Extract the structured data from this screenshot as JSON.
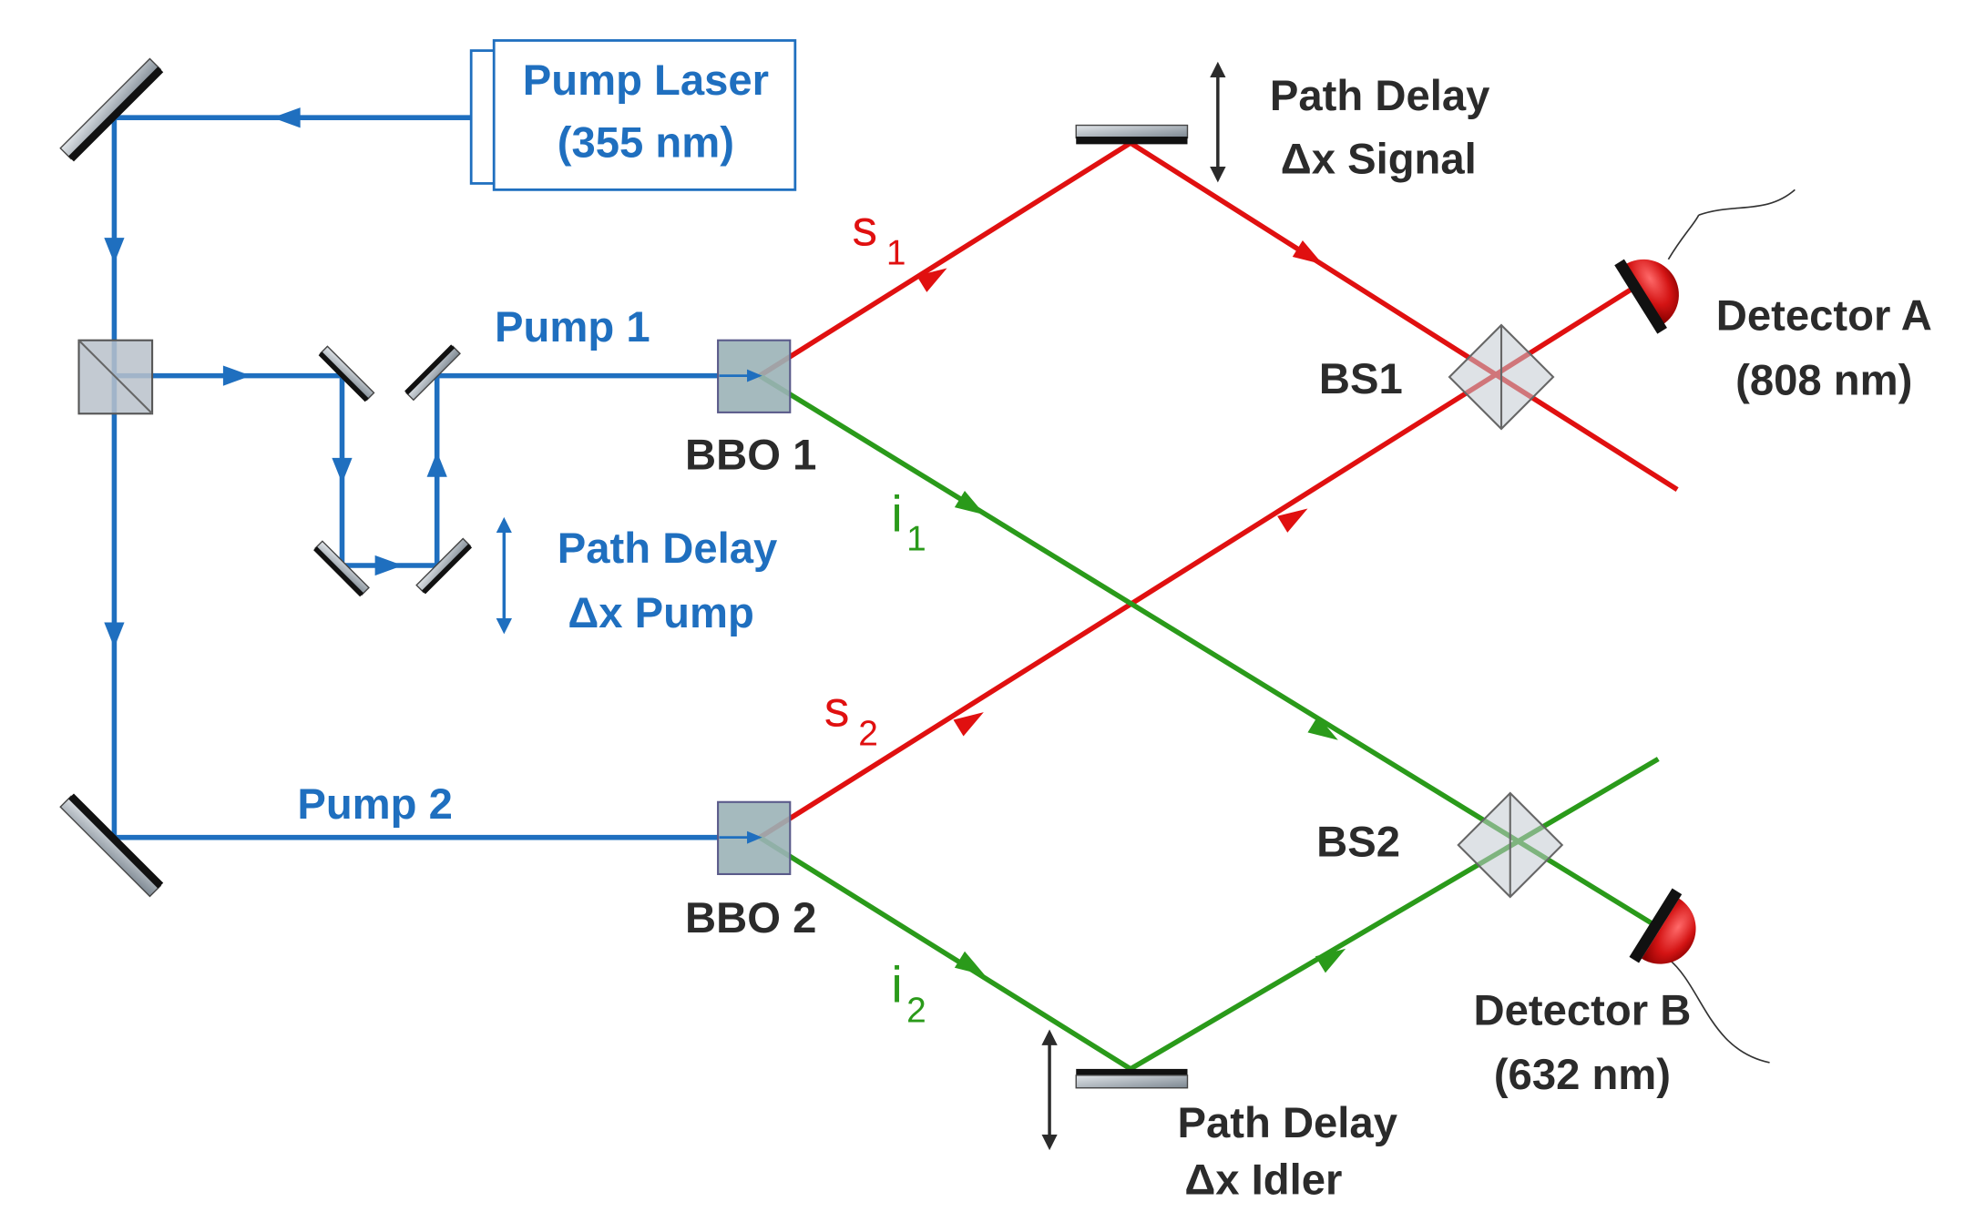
{
  "labels": {
    "pump_laser": [
      "Pump Laser",
      "(355 nm)"
    ],
    "pump1": "Pump 1",
    "pump2": "Pump 2",
    "bbo1": "BBO 1",
    "bbo2": "BBO 2",
    "bs1": "BS1",
    "bs2": "BS2",
    "delay_pump": [
      "Path Delay",
      "Δx Pump"
    ],
    "delay_signal": [
      "Path Delay",
      "Δx Signal"
    ],
    "delay_idler": [
      "Path Delay",
      "Δx Idler"
    ],
    "detector_a": [
      "Detector A",
      "(808 nm)"
    ],
    "detector_b": [
      "Detector B",
      "(632 nm)"
    ],
    "s1": {
      "base": "s",
      "sub": "1"
    },
    "s2": {
      "base": "s",
      "sub": "2"
    },
    "i1": {
      "base": "i",
      "sub": "1"
    },
    "i2": {
      "base": "i",
      "sub": "2"
    }
  },
  "colors": {
    "pump_beam": "#1f6fbf",
    "signal_beam": "#e01010",
    "idler_beam": "#2a9a1a",
    "detector": "#d41414",
    "optic_glass": "#aab4bf",
    "mirror_edge": "#111111",
    "text_dark": "#2b2b2b"
  }
}
